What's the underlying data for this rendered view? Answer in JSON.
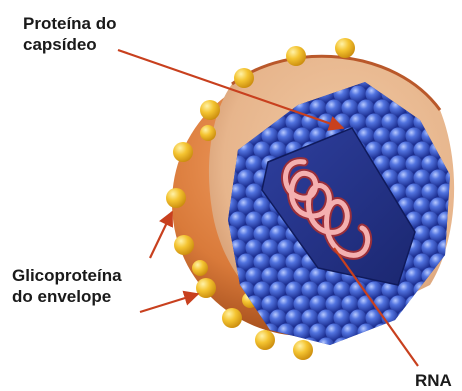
{
  "labels": {
    "capsid": [
      "Proteína do",
      "capsídeo"
    ],
    "envelope": [
      "Glicoproteína",
      "do envelope"
    ],
    "rna": "RNA"
  },
  "colors": {
    "envelope_outer": "#d97a3a",
    "envelope_inner": "#a54a1c",
    "glycoprotein": "#f0b427",
    "capsid": "#2c4fb8",
    "rna": "#f2a6a6",
    "arrow": "#c8401e"
  }
}
